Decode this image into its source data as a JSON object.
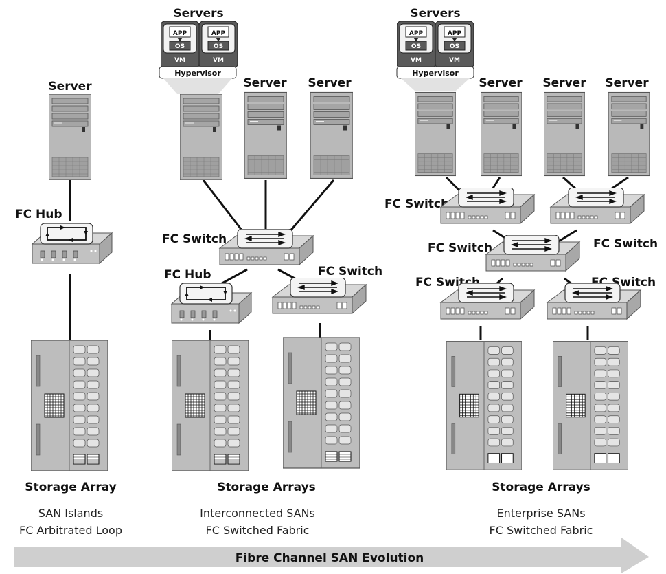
{
  "panels": [
    {
      "servers_label": "Server",
      "hub_label": "FC Hub",
      "storage_label": "Storage Array",
      "caption_line1": "SAN Islands",
      "caption_line2": "FC Arbitrated Loop"
    },
    {
      "servers_label": "Servers",
      "hypervisor_label": "Hypervisor",
      "app_label": "APP",
      "os_label": "OS",
      "vm_label": "VM",
      "server_label_a": "Server",
      "server_label_b": "Server",
      "switch_label": "FC Switch",
      "hub_label": "FC Hub",
      "switch2_label": "FC Switch",
      "storage_label": "Storage Arrays",
      "caption_line1": "Interconnected SANs",
      "caption_line2": "FC Switched Fabric"
    },
    {
      "servers_label": "Servers",
      "hypervisor_label": "Hypervisor",
      "app_label": "APP",
      "os_label": "OS",
      "vm_label": "VM",
      "server_label_a": "Server",
      "server_label_b": "Server",
      "server_label_c": "Server",
      "switch_top_left": "FC Switch",
      "switch_top_right": "FC Switch",
      "switch_center": "FC Switch",
      "switch_bottom_left": "FC Switch",
      "switch_bottom_right": "FC Switch",
      "storage_label": "Storage Arrays",
      "caption_line1": "Enterprise SANs",
      "caption_line2": "FC Switched Fabric"
    }
  ],
  "evolution_arrow": {
    "label": "Fibre Channel SAN Evolution"
  }
}
